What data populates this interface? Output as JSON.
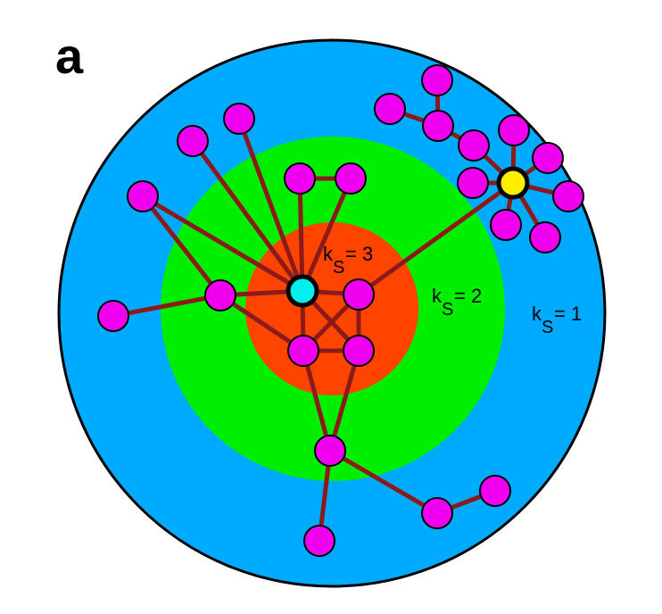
{
  "panel_label": "a",
  "shells": [
    {
      "name": "shell-1",
      "k": "k",
      "sub": "S",
      "eq": "= 1",
      "color": "#00aaff"
    },
    {
      "name": "shell-2",
      "k": "k",
      "sub": "S",
      "eq": "= 2",
      "color": "#00ee00"
    },
    {
      "name": "shell-3",
      "k": "k",
      "sub": "S",
      "eq": "= 3",
      "color": "#ff4400"
    }
  ],
  "colors": {
    "node": "#ee00ee",
    "edge": "#8b1a1a",
    "hub_core": "#00eeee",
    "hub_periphery": "#ffee00",
    "outline": "#000000",
    "background": "#ffffff"
  }
}
